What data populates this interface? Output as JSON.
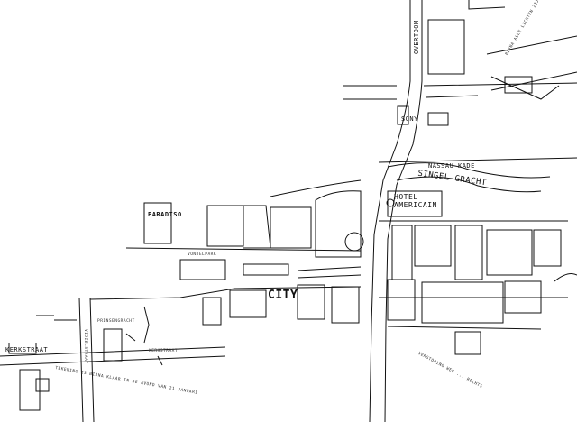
{
  "streets": {
    "overtoom": "OVERTOOM",
    "nassau_kade": "NASSAU KADE",
    "singel_gracht": "SINGEL GRACHT",
    "kerkstraat_left": "KERKSTRAAT",
    "kerkstraat_right": "KERKSTRAAT",
    "prinsengracht": "PRINSENGRACHT",
    "vijzelstraat": "VIJZELSTRAAT"
  },
  "landmarks": {
    "hotel": "HOTEL AMERICAIN",
    "paradiso": "PARADISO",
    "city": "CITY",
    "sony": "SONY",
    "vondelpark": "VONDELPARK"
  },
  "notes": {
    "note_bottom_left": "TEKENING IS BIJNA KLAAR IN DE AVOND VAN 21 JANUARI",
    "note_bottom_right": "VERSTORING WEG ... RECHTS",
    "note_top_right": "BIJNA ALLE LICHTEN ZIJN AAN"
  },
  "colors": {
    "ink": "#111111",
    "paper": "#ffffff"
  }
}
